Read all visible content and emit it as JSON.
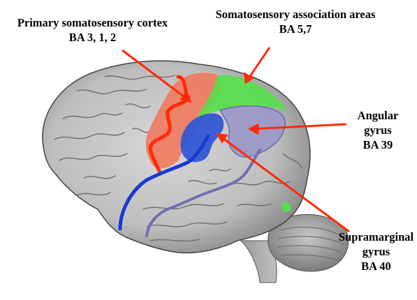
{
  "labels": {
    "primary": {
      "line1": "Primary somatosensory cortex",
      "line2": "BA 3, 1, 2"
    },
    "association": {
      "line1": "Somatosensory association areas",
      "line2": "BA 5,7"
    },
    "angular": {
      "line1": "Angular",
      "line2": "gyrus",
      "line3": "BA 39"
    },
    "supramarginal": {
      "line1": "Supramarginal",
      "line2": "gyrus",
      "line3": "BA 40"
    }
  },
  "colors": {
    "primary_region": "#f07a5e",
    "association_region": "#55e04a",
    "angular_region": "#9a98c8",
    "supramarginal_region": "#3357d6",
    "arrow": "#ff2a0a",
    "sylvian_outline": "#1a3ad0",
    "temporal_outline": "#7070b0"
  }
}
